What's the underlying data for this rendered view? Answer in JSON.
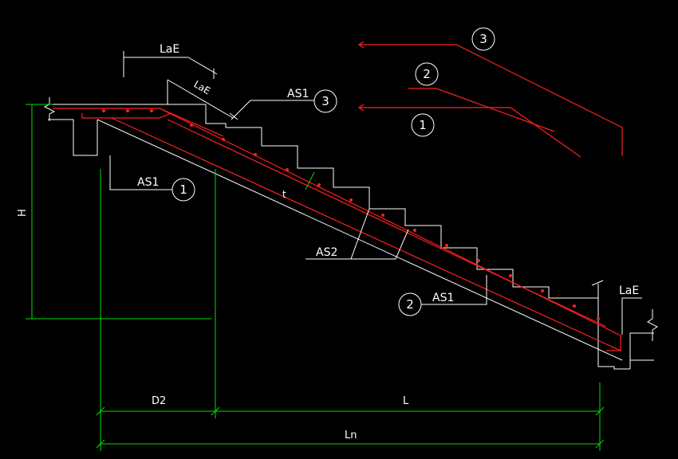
{
  "labels": {
    "lae_top": "LaE",
    "lae_slant": "LaE",
    "lae_right": "LaE",
    "as1_top": "AS1",
    "as1_left": "AS1",
    "as1_bottom": "AS1",
    "as2": "AS2",
    "h": "H",
    "d2": "D2",
    "l": "L",
    "ln": "Ln",
    "tick_mark": "t"
  },
  "bar_numbers": {
    "top": "3",
    "left": "1",
    "bottom": "2",
    "legend_3": "3",
    "legend_2": "2",
    "legend_1": "1"
  },
  "colors": {
    "background": "#000000",
    "concrete_outline": "#ffffff",
    "rebar": "#ff2020",
    "dimension": "#00e000",
    "text": "#ffffff"
  }
}
